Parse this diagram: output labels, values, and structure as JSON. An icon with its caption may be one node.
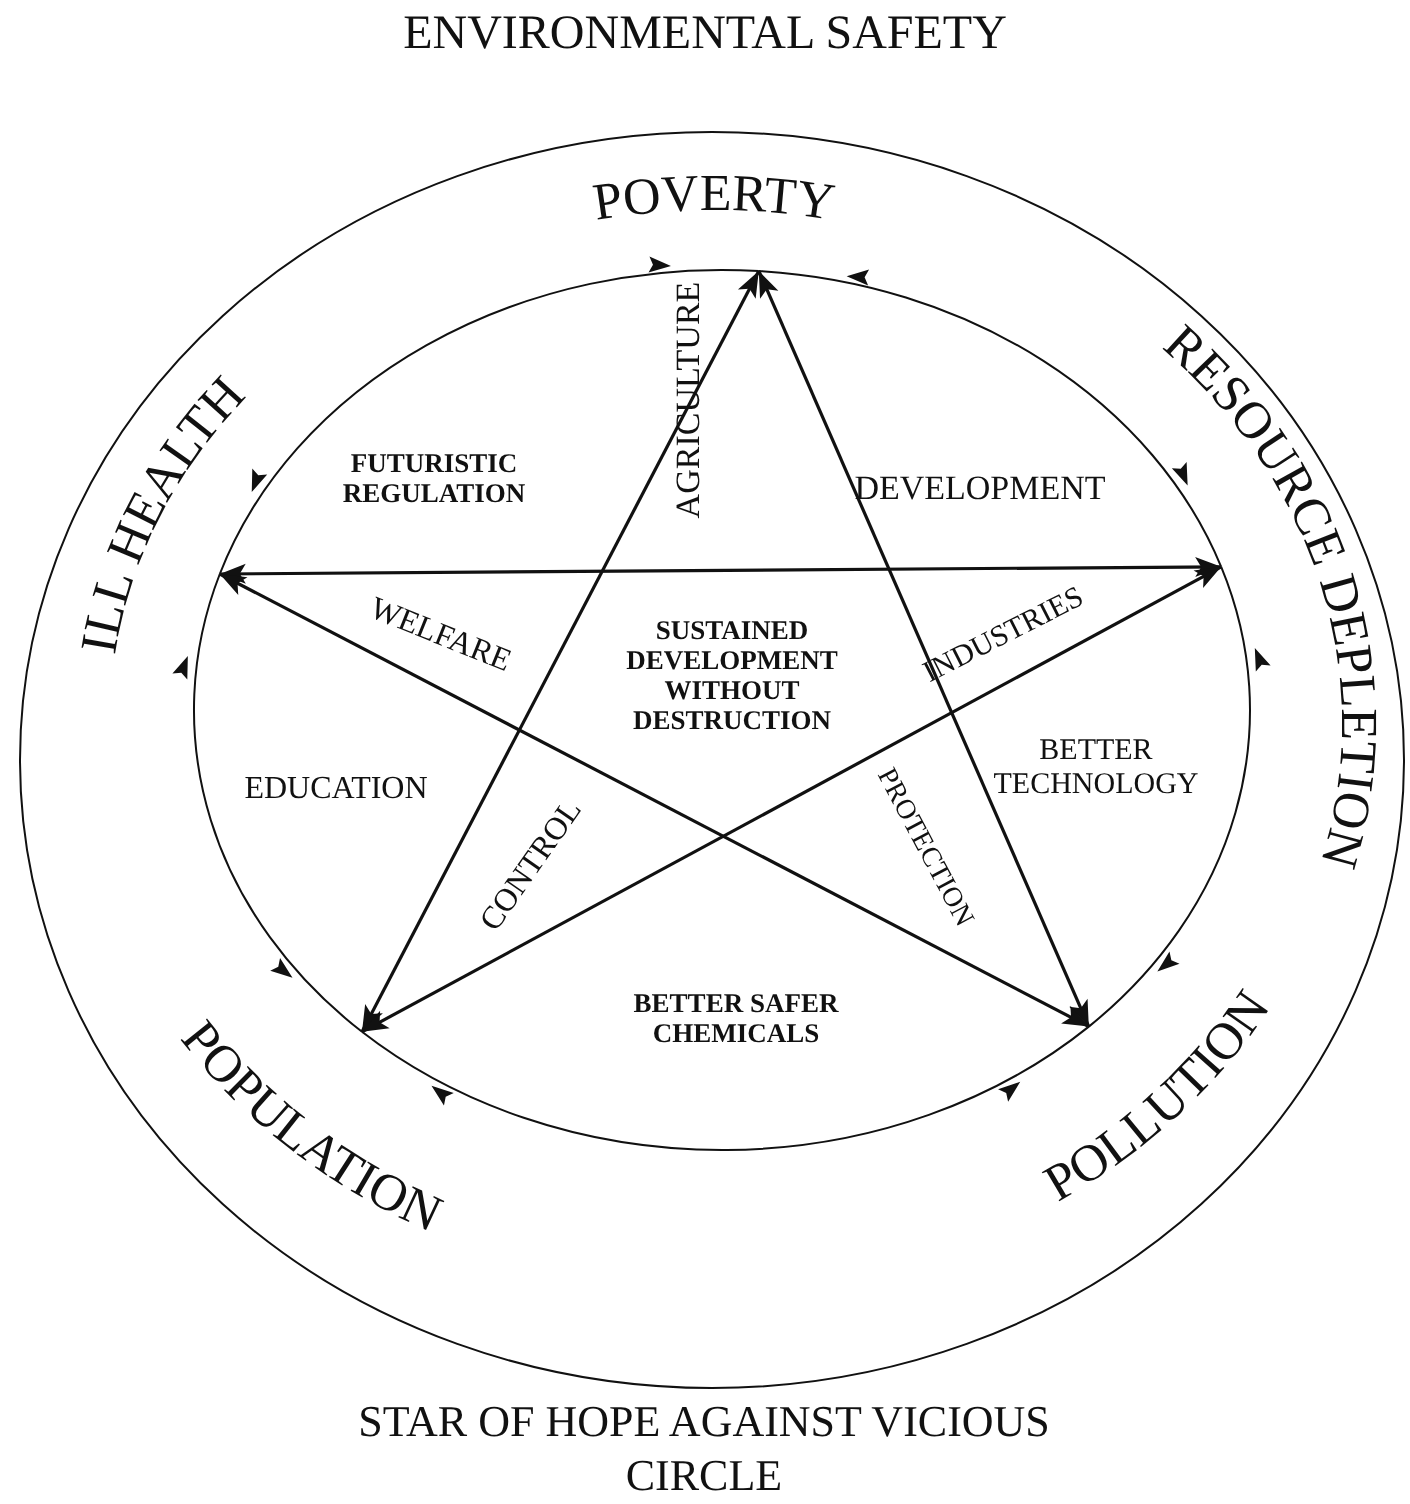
{
  "diagram": {
    "title": "ENVIRONMENTAL SAFETY",
    "caption": "STAR OF HOPE AGAINST VICIOUS CIRCLE",
    "nodes": [
      {
        "text": [
          "POVERTY"
        ]
      },
      {
        "text": [
          "RESOURCE DEPLETION"
        ]
      },
      {
        "text": [
          "POLLUTION"
        ]
      },
      {
        "text": [
          "POPULATION"
        ]
      },
      {
        "text": [
          "ILL HEALTH"
        ]
      }
    ],
    "edges": [
      {
        "from": 4,
        "to": 1,
        "arrow": "both"
      },
      {
        "from": 0,
        "to": 3,
        "arrow": "both"
      },
      {
        "from": 0,
        "to": 2,
        "arrow": "both"
      },
      {
        "from": 4,
        "to": 2,
        "arrow": "both"
      },
      {
        "from": 3,
        "to": 1,
        "arrow": "both"
      },
      {
        "from": 0,
        "to": 1,
        "arrow": "both"
      },
      {
        "from": 1,
        "to": 2,
        "arrow": "both"
      },
      {
        "from": 2,
        "to": 3,
        "arrow": "both"
      },
      {
        "from": 3,
        "to": 4,
        "arrow": "both"
      },
      {
        "from": 4,
        "to": 0,
        "arrow": "both"
      }
    ],
    "labels": [
      "AGRICULTURE",
      "FUTURISTIC REGULATION",
      "DEVELOPMENT",
      "WELFARE",
      "INDUSTRIES",
      "SUSTAINED DEVELOPMENT WITHOUT DESTRUCTION",
      "EDUCATION",
      "BETTER TECHNOLOGY",
      "CONTROL",
      "PROTECTION",
      "BETTER SAFER CHEMICALS"
    ]
  }
}
